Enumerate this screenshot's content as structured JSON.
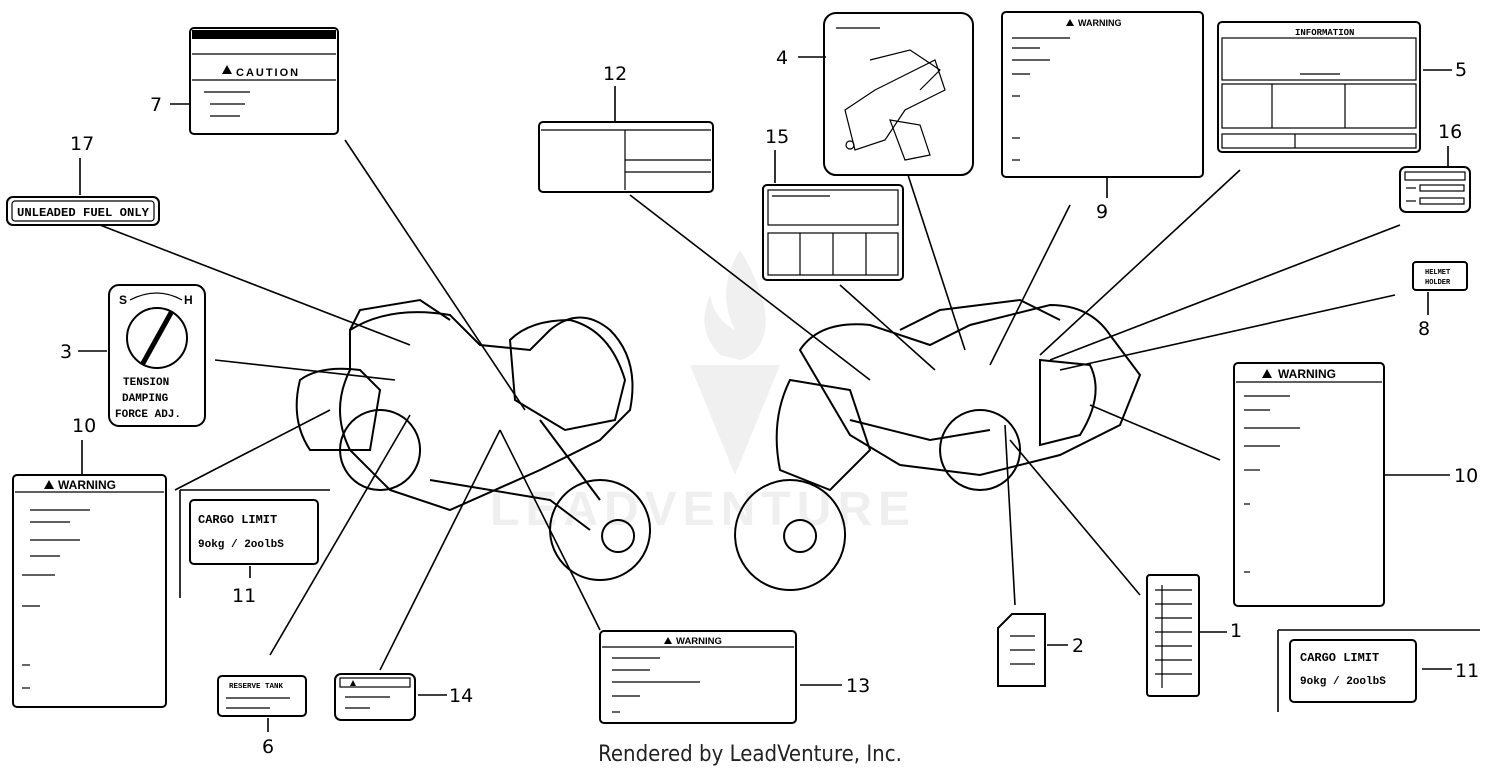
{
  "callouts": [
    "1",
    "2",
    "3",
    "4",
    "5",
    "6",
    "7",
    "8",
    "9",
    "10",
    "11",
    "12",
    "13",
    "14",
    "15",
    "16",
    "17"
  ],
  "labels": {
    "unleaded": "UNLEADED FUEL ONLY",
    "tension": [
      "TENSION",
      "DAMPING",
      "FORCE ADJ."
    ],
    "tension_dial": [
      "S",
      "H"
    ],
    "warning": "WARNING",
    "caution": "CAUTION",
    "cargo_limit": "CARGO LIMIT",
    "cargo_value": "9okg / 2oolbS",
    "reserve": "RESERVE TANK",
    "helmet": [
      "HELMET",
      "HOLDER"
    ],
    "information": "INFORMATION"
  },
  "footer": "Rendered by LeadVenture, Inc."
}
